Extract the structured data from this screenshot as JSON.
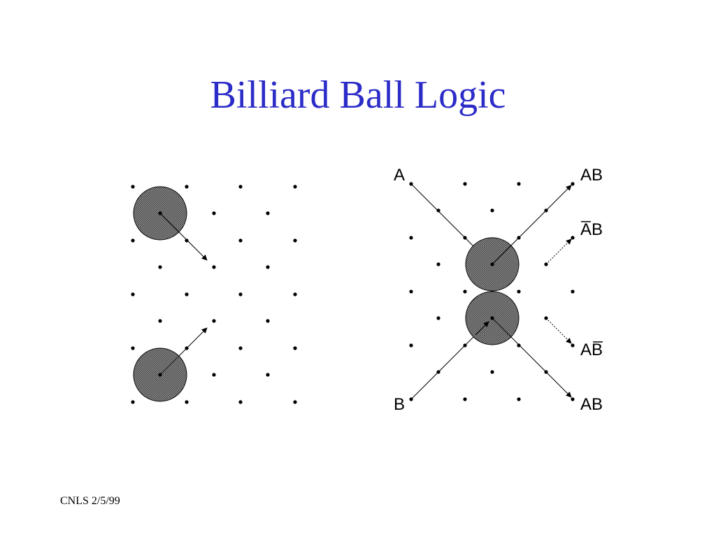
{
  "title": "Billiard Ball Logic",
  "footer": "CNLS  2/5/99",
  "colors": {
    "title": "#2c2cc8",
    "ball_fill": "#8c8c8c",
    "ink": "#000000"
  },
  "left_diagram": {
    "balls": 2
  },
  "right_diagram": {
    "inputs": [
      "A",
      "B"
    ],
    "outputs": [
      {
        "text": "AB",
        "overbar": ""
      },
      {
        "text": "AB",
        "overbar": "A"
      },
      {
        "text": "AB",
        "overbar": "B"
      },
      {
        "text": "AB",
        "overbar": ""
      }
    ]
  }
}
